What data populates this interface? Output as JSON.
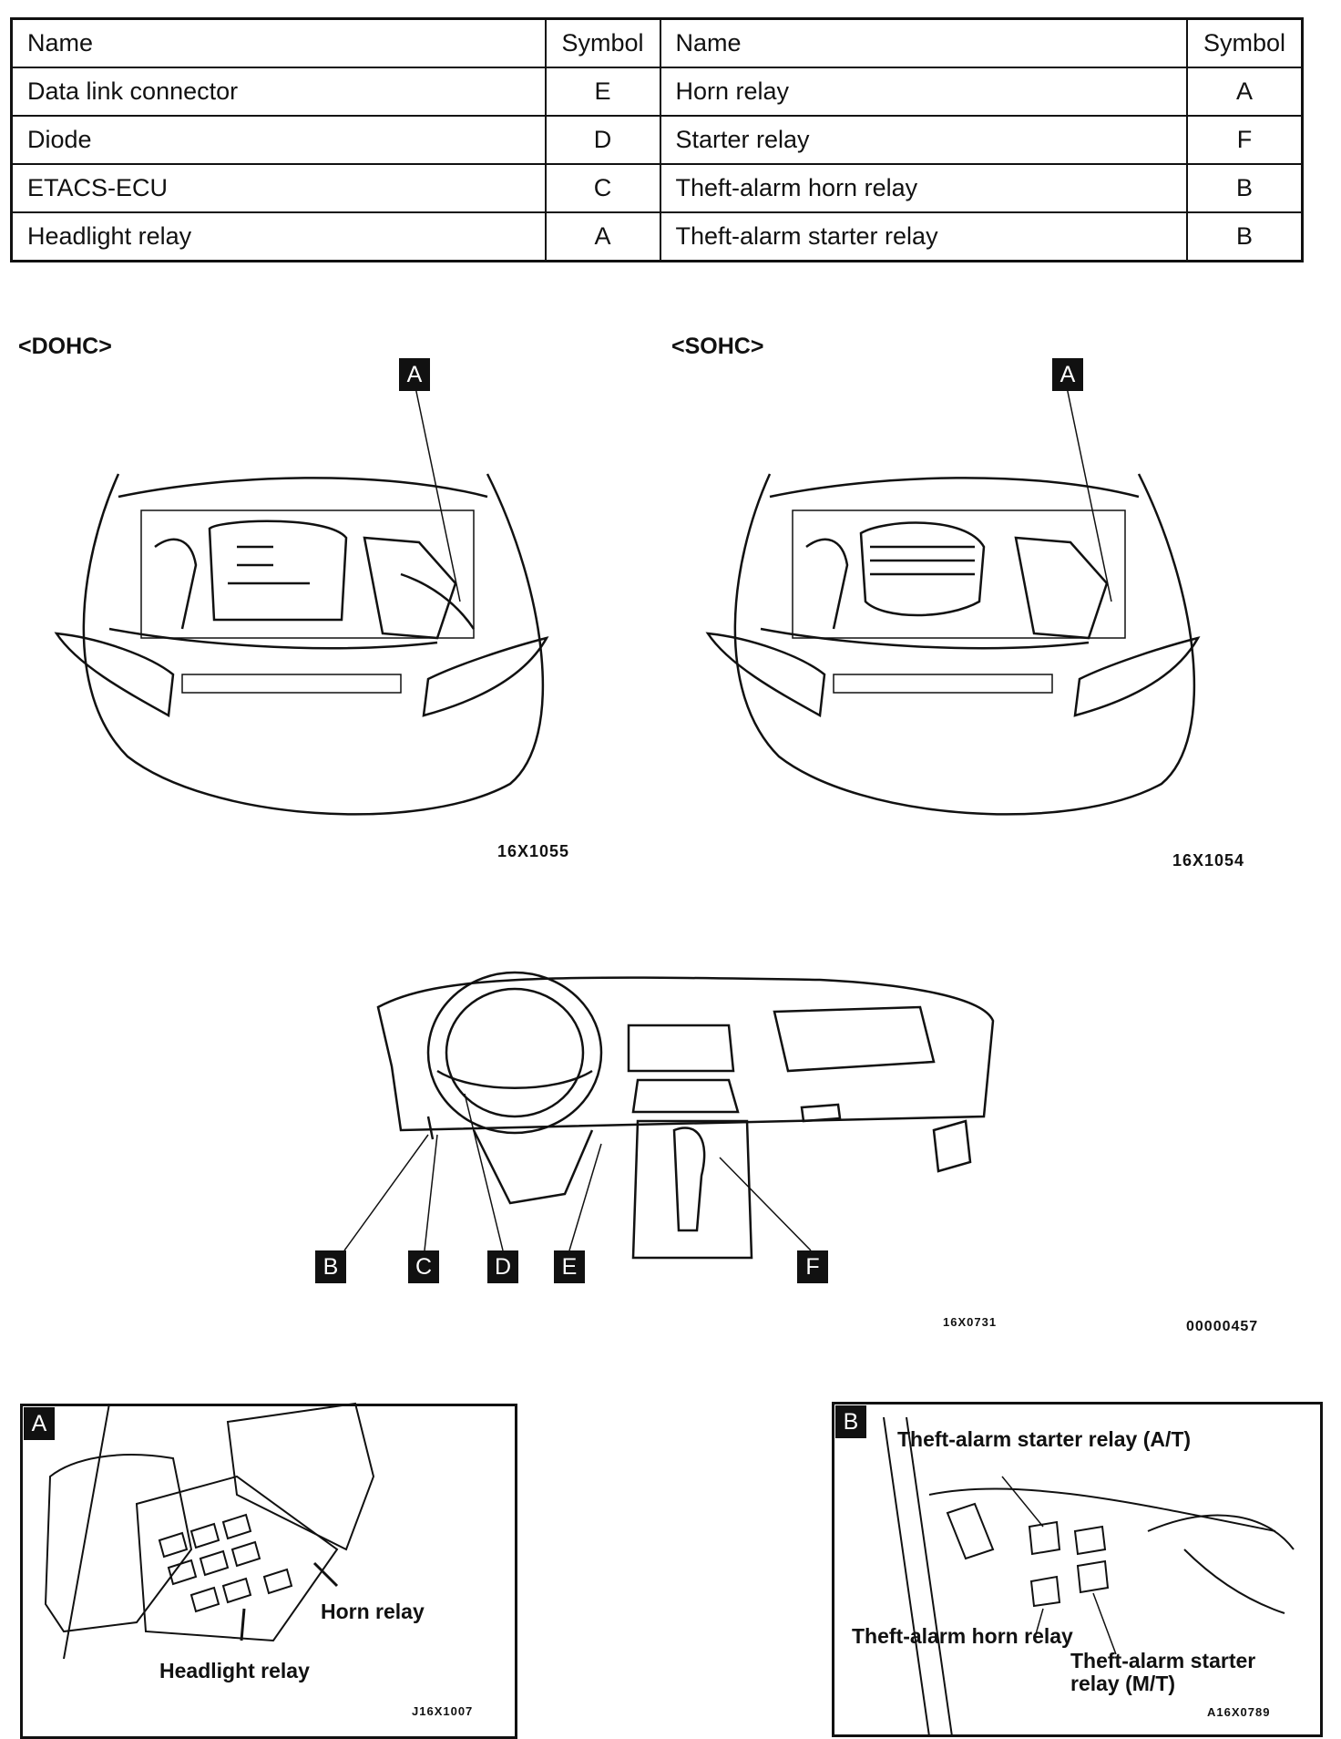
{
  "table": {
    "headers": [
      "Name",
      "Symbol",
      "Name",
      "Symbol"
    ],
    "rows": [
      [
        "Data link connector",
        "E",
        "Horn relay",
        "A"
      ],
      [
        "Diode",
        "D",
        "Starter relay",
        "F"
      ],
      [
        "ETACS-ECU",
        "C",
        "Theft-alarm horn relay",
        "B"
      ],
      [
        "Headlight relay",
        "A",
        "Theft-alarm starter relay",
        "B"
      ]
    ]
  },
  "engine_views": {
    "dohc": {
      "title": "<DOHC>",
      "marker": "A",
      "code": "16X1055"
    },
    "sohc": {
      "title": "<SOHC>",
      "marker": "A",
      "code": "16X1054"
    }
  },
  "dashboard": {
    "markers": [
      "B",
      "C",
      "D",
      "E",
      "F"
    ],
    "code": "16X0731",
    "code2": "00000457"
  },
  "detail_a": {
    "marker": "A",
    "horn_relay": "Horn relay",
    "headlight_relay": "Headlight relay",
    "code": "J16X1007"
  },
  "detail_b": {
    "marker": "B",
    "starter_at": "Theft-alarm starter relay (A/T)",
    "horn_relay": "Theft-alarm horn relay",
    "starter_mt": "Theft-alarm starter relay (M/T)",
    "code": "A16X0789"
  }
}
